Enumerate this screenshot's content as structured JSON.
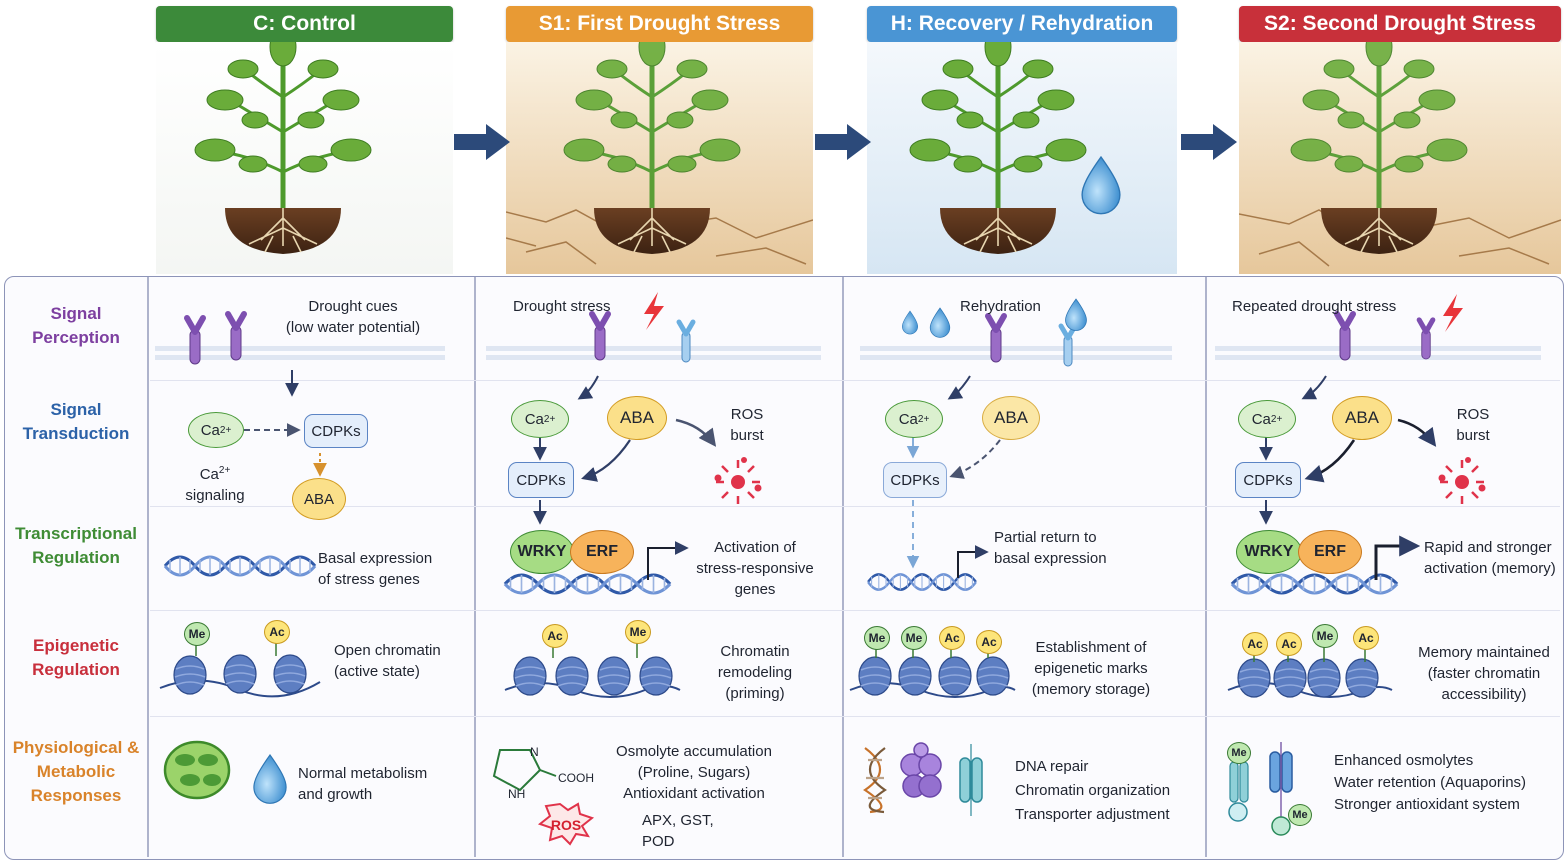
{
  "stages": [
    {
      "label": "C: Control",
      "color": "#3c8a3a"
    },
    {
      "label": "S1: First Drought Stress",
      "color": "#e89a34"
    },
    {
      "label": "H: Recovery / Rehydration",
      "color": "#4a95d4"
    },
    {
      "label": "S2: Second Drought Stress",
      "color": "#c8303a"
    }
  ],
  "rows": {
    "signal_perception": "Signal\nPerception",
    "signal_transduction": "Signal\nTransduction",
    "transcriptional": "Transcriptional\nRegulation",
    "epigenetic": "Epigenetic\nRegulation",
    "physiological": "Physiological &\nMetabolic\nResponses"
  },
  "row_colors": {
    "signal_perception": "#7d3fa0",
    "signal_transduction": "#2c62a8",
    "transcriptional": "#3f8c35",
    "epigenetic": "#c82f3c",
    "physiological": "#d9832a"
  },
  "molecules": {
    "ca": "Ca",
    "ca_sup": "2+",
    "cdpks": "CDPKs",
    "aba": "ABA",
    "wrky": "WRKY",
    "erf": "ERF",
    "me": "Me",
    "ac": "Ac",
    "ros": "ROS",
    "nh": "NH",
    "n": "N",
    "cooh": "COOH"
  },
  "control": {
    "perception": "Drought cues\n(low water potential)",
    "ca_signaling": "signaling",
    "transcription": "Basal expression\nof stress genes",
    "epigenetic": "Open chromatin\n(active state)",
    "physiology": "Normal metabolism\nand growth"
  },
  "s1": {
    "perception": "Drought stress",
    "ros_burst": "ROS\nburst",
    "transcription": "Activation of\nstress-responsive\ngenes",
    "epigenetic": "Chromatin\nremodeling\n(priming)",
    "physiology_1": "Osmolyte accumulation\n(Proline, Sugars)\nAntioxidant activation",
    "physiology_2": "APX, GST,\nPOD"
  },
  "h": {
    "perception": "Rehydration",
    "transcription": "Partial return to\nbasal expression",
    "epigenetic": "Establishment of\nepigenetic marks\n(memory storage)",
    "physiology": "DNA repair\nChromatin organization\nTransporter adjustment"
  },
  "s2": {
    "perception": "Repeated drought stress",
    "ros_burst": "ROS\nburst",
    "transcription": "Rapid and stronger\nactivation (memory)",
    "epigenetic": "Memory maintained\n(faster chromatin\naccessibility)",
    "physiology": "Enhanced osmolytes\nWater retention (Aquaporins)\nStronger antioxidant system"
  }
}
